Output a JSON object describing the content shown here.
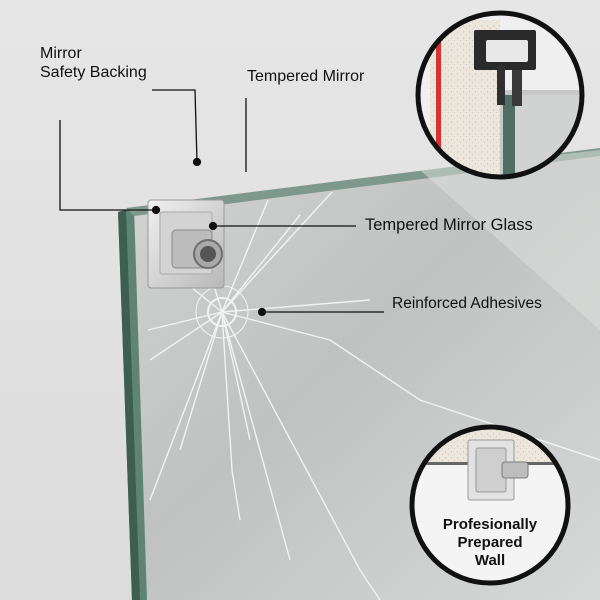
{
  "labels": {
    "mirror_safety_backing": [
      "Mirror",
      "Safety Backing"
    ],
    "tempered_mirror": "Tempered Mirror",
    "tempered_mirror_glass": "Tempered Mirror Glass",
    "reinforced_adhesives": "Reinforced Adhesives",
    "professionally_prepared_wall": [
      "Profesionally",
      "Prepared",
      "Wall"
    ]
  },
  "colors": {
    "wall": "#e4e4e4",
    "mirror_surface": "#c9cccb",
    "glass_edge": "#4f6f62",
    "safety_backing": "#d8332e",
    "bracket": "#d9d9d9",
    "callout_line": "#111111"
  },
  "icons": [
    "mirror-clip-icon",
    "crack-impact-icon"
  ]
}
